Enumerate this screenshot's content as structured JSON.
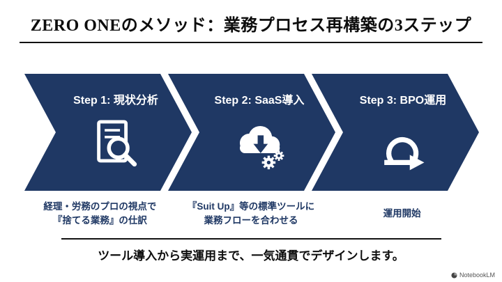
{
  "title": "ZERO ONEのメソッド：業務プロセス再構築の3ステップ",
  "steps": [
    {
      "label": "Step 1: 現状分析",
      "icon": "document-search-icon",
      "caption_lines": [
        "経理・労務のプロの視点で",
        "『捨てる業務』の仕訳"
      ]
    },
    {
      "label": "Step 2: SaaS導入",
      "icon": "cloud-download-gears-icon",
      "caption_lines": [
        "『Suit Up』等の標準ツールに",
        "業務フローを合わせる"
      ]
    },
    {
      "label": "Step 3: BPO運用",
      "icon": "loop-arrow-icon",
      "caption_lines": [
        "運用開始"
      ]
    }
  ],
  "footer": "ツール導入から実運用まで、一気通貫でデザインします。",
  "watermark": "NotebookLM",
  "colors": {
    "chevron": "#1f3864",
    "caption_text": "#1f3864",
    "title_text": "#0d0d0d",
    "background": "#ffffff"
  }
}
